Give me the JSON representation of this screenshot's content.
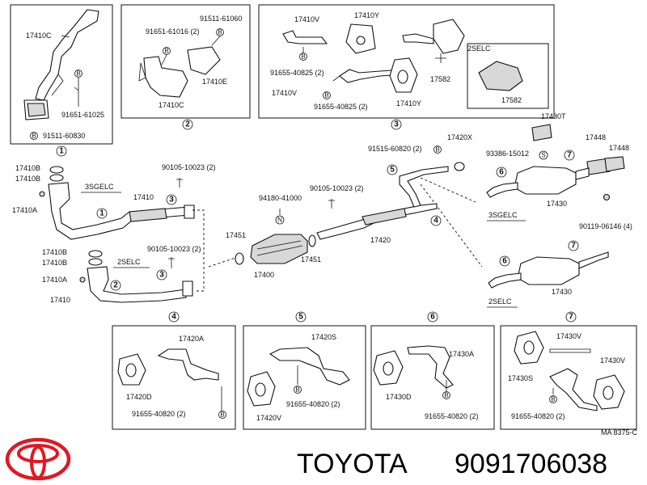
{
  "brand": "TOYOTA",
  "part_number": "9091706038",
  "ref_code": "MA  8375-C",
  "index_numbers": [
    "1",
    "2",
    "3",
    "4",
    "5",
    "6",
    "7"
  ],
  "variants": {
    "s3": "3SGELC",
    "s2": "2SELC",
    "s2b": "2SELC",
    "s3b": "3SGELC",
    "s2c": "2SELC",
    "box2selc": "2SELC"
  },
  "labels": {
    "p1_17410C": "17410C",
    "p1_91651": "91651-61025",
    "p1_91511": "91511-60830",
    "p2_91651": "91651-61016 (2)",
    "p2_91511": "91511-61060",
    "p2_17410E": "17410E",
    "p2_17410C": "17410C",
    "p3_17410V": "17410V",
    "p3_17410Y": "17410Y",
    "p3_91655a": "91655-40825 (2)",
    "p3_17410Vb": "17410V",
    "p3_91655b": "91655-40825 (2)",
    "p3_17410Yb": "17410Y",
    "p3_17582": "17582",
    "p3_17582b": "17582",
    "m_17410B": "17410B",
    "m_17410Bb": "17410B",
    "m_17410A": "17410A",
    "m_17410": "17410",
    "m_90105a": "90105-10023 (2)",
    "m_90105b": "90105-10023 (2)",
    "m_17410Bc": "17410B",
    "m_17410Bd": "17410B",
    "m_17410Ab": "17410A",
    "m_17410b": "17410",
    "m_17451": "17451",
    "m_17451b": "17451",
    "m_17400": "17400",
    "m_94180": "94180-41000",
    "m_90105c": "90105-10023 (2)",
    "m_17420": "17420",
    "m_91515": "91515-60820 (2)",
    "m_17420X": "17420X",
    "m_17430T": "17430T",
    "m_93386": "93386-15012",
    "m_17448": "17448",
    "m_17448b": "17448",
    "m_17430": "17430",
    "m_90119": "90119-06146 (4)",
    "m_17430b": "17430",
    "b4_17420A": "17420A",
    "b4_17420D": "17420D",
    "b4_91655": "91655-40820 (2)",
    "b5_17420S": "17420S",
    "b5_91655": "91655-40820 (2)",
    "b5_17420V": "17420V",
    "b6_17430A": "17430A",
    "b6_17430D": "17430D",
    "b6_91655": "91655-40820 (2)",
    "b7_17430V": "17430V",
    "b7_17430Vb": "17430V",
    "b7_17430S": "17430S",
    "b7_91655": "91655-40820 (2)"
  },
  "markers": {
    "B": "B",
    "N": "N",
    "S": "S"
  }
}
